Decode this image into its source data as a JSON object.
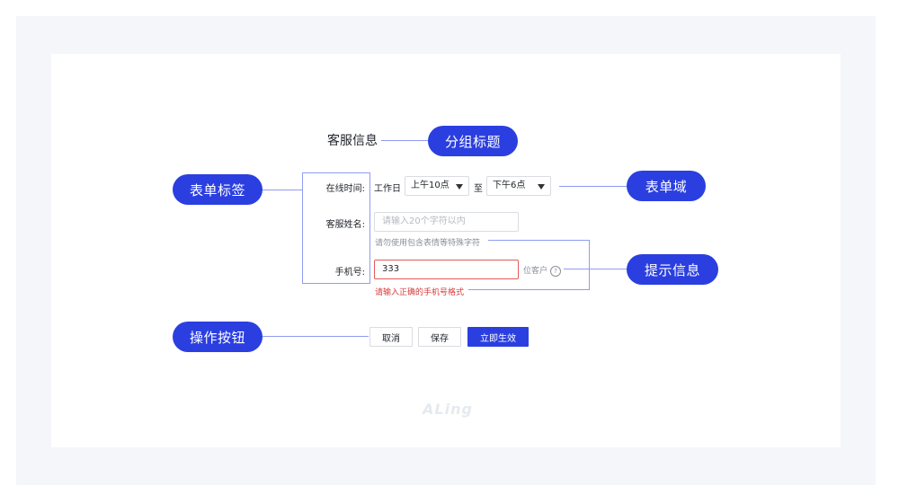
{
  "section_title": "客服信息",
  "annotations": {
    "group_title": "分组标题",
    "form_label": "表单标签",
    "form_field": "表单域",
    "hint_info": "提示信息",
    "action_buttons": "操作按钮"
  },
  "form": {
    "online_time": {
      "label": "在线时间:",
      "prefix": "工作日",
      "start": "上午10点",
      "separator": "至",
      "end": "下午6点"
    },
    "name": {
      "label": "客服姓名:",
      "placeholder": "请输入20个字符以内",
      "hint": "请勿使用包含表情等特殊字符"
    },
    "phone": {
      "label": "手机号:",
      "value": "333",
      "suffix": "位客户",
      "help_icon": "?",
      "error": "请输入正确的手机号格式"
    }
  },
  "buttons": {
    "cancel": "取消",
    "save": "保存",
    "activate": "立即生效"
  },
  "logo": "ALing",
  "colors": {
    "accent": "#2b3fe0",
    "connector": "#8f9cf2",
    "error": "#d93a3a",
    "background": "#f4f6fa"
  }
}
